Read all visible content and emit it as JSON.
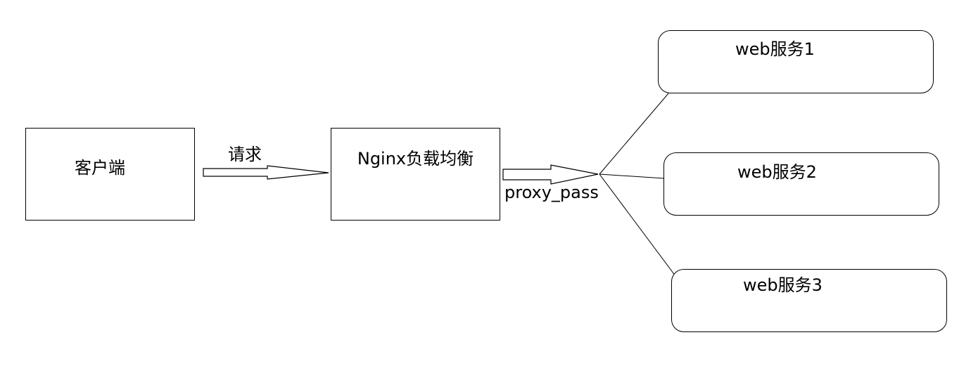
{
  "diagram": {
    "nodes": {
      "client": {
        "label": "客户端"
      },
      "nginx": {
        "label": "Nginx负载均衡"
      },
      "web1": {
        "label": "web服务1"
      },
      "web2": {
        "label": "web服务2"
      },
      "web3": {
        "label": "web服务3"
      }
    },
    "edges": {
      "request": {
        "label": "请求"
      },
      "proxy": {
        "label": "proxy_pass"
      }
    },
    "colors": {
      "stroke": "#000000",
      "background": "#ffffff"
    }
  }
}
